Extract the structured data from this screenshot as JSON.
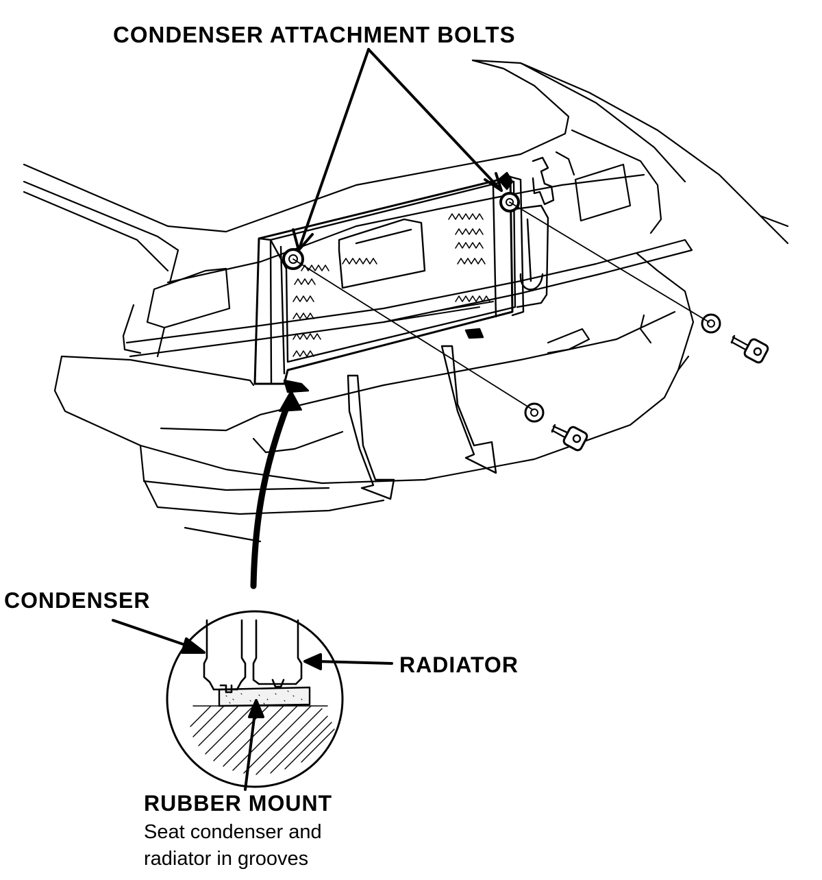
{
  "labels": {
    "attachment_bolts": "CONDENSER ATTACHMENT BOLTS",
    "condenser": "CONDENSER",
    "radiator": "RADIATOR",
    "rubber_mount": "RUBBER MOUNT",
    "rubber_mount_note_line1": "Seat condenser and",
    "rubber_mount_note_line2": "radiator in grooves"
  },
  "colors": {
    "ink": "#000000",
    "paper": "#ffffff"
  }
}
